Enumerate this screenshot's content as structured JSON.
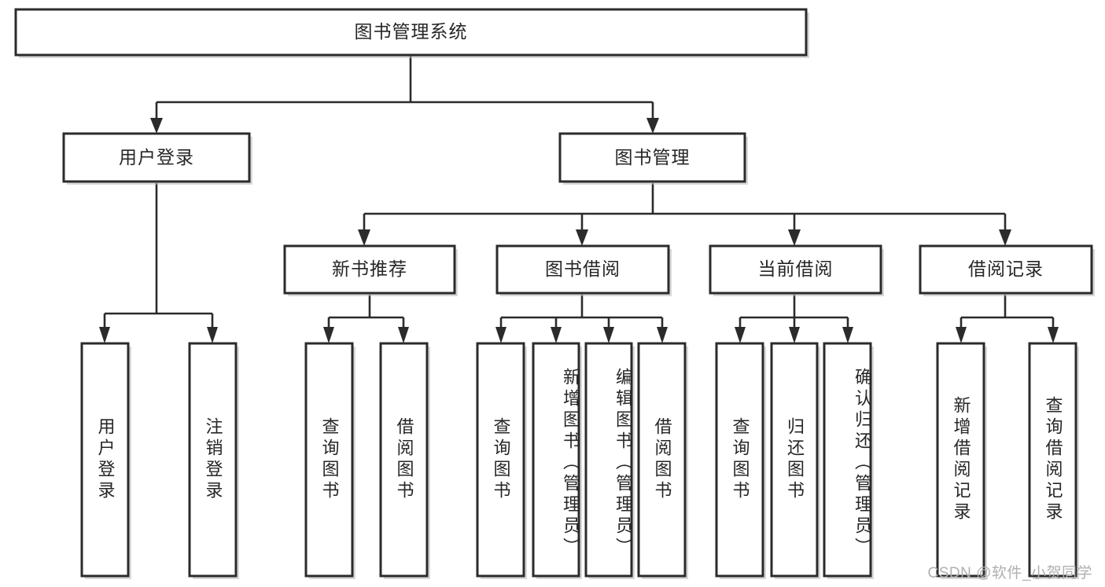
{
  "diagram": {
    "type": "tree",
    "title": "图书管理系统",
    "orientation": "top-down",
    "watermark": "CSDN @软件_小贺同学",
    "colors": {
      "box_stroke": "#2b2b2b",
      "box_fill": "#ffffff",
      "connector": "#2b2b2b",
      "text": "#262626",
      "watermark": "#b0b0b0",
      "background": "#ffffff"
    },
    "levels": {
      "root": {
        "label": "图书管理系统"
      },
      "level2": [
        {
          "label": "用户登录"
        },
        {
          "label": "图书管理"
        }
      ],
      "level3": [
        {
          "label": "新书推荐"
        },
        {
          "label": "图书借阅"
        },
        {
          "label": "当前借阅"
        },
        {
          "label": "借阅记录"
        }
      ],
      "leaves": {
        "user_login": [
          {
            "label": "用户登录"
          },
          {
            "label": "注销登录"
          }
        ],
        "new_book_recommend": [
          {
            "label": "查询图书"
          },
          {
            "label": "借阅图书"
          }
        ],
        "book_borrow": [
          {
            "label": "查询图书"
          },
          {
            "label": "新增图书（管理员）"
          },
          {
            "label": "编辑图书（管理员）"
          },
          {
            "label": "借阅图书"
          }
        ],
        "current_borrow": [
          {
            "label": "查询图书"
          },
          {
            "label": "归还图书"
          },
          {
            "label": "确认归还（管理员）"
          }
        ],
        "borrow_record": [
          {
            "label": "新增借阅记录"
          },
          {
            "label": "查询借阅记录"
          }
        ]
      }
    }
  }
}
